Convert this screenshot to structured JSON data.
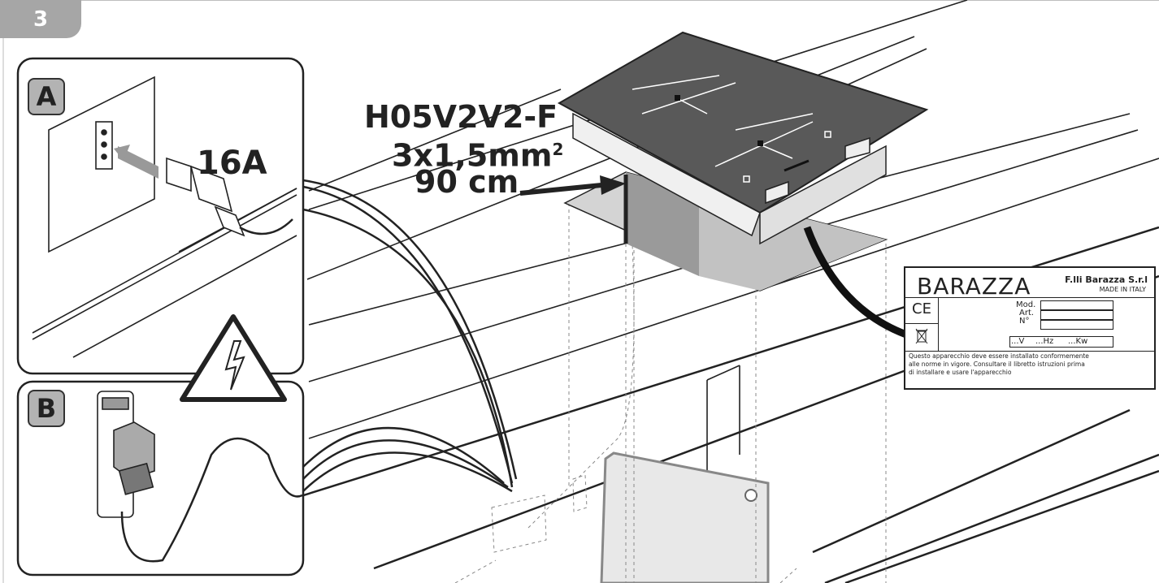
{
  "step": "3",
  "panels": {
    "a": {
      "letter": "A",
      "current": "16A"
    },
    "b": {
      "letter": "B"
    }
  },
  "cable": {
    "type": "H05V2V2-F",
    "section": "3x1,5mm",
    "section_sup": "2",
    "length": "90 cm"
  },
  "plate": {
    "brand": "BARAZZA",
    "company": "F.lli Barazza S.r.l",
    "origin": "MADE IN ITALY",
    "ce": "CE",
    "mod": "Mod.",
    "art": "Art.",
    "num": "N°",
    "volt": "...V",
    "hz": "...Hz",
    "kw": "...Kw",
    "note_lines": [
      "Questo apparecchio deve essere installato conformemente",
      "alle norme in vigore. Consultare il libretto istruzioni prima",
      "di installare e usare l'apparecchio"
    ]
  },
  "colors": {
    "glass": "#595959",
    "tab": "#a6a6a6",
    "line": "#222222"
  },
  "icons": [
    "warning-high-voltage-icon",
    "ce-mark-icon",
    "weee-bin-icon",
    "plug-icon",
    "socket-icon",
    "circuit-breaker-icon"
  ]
}
